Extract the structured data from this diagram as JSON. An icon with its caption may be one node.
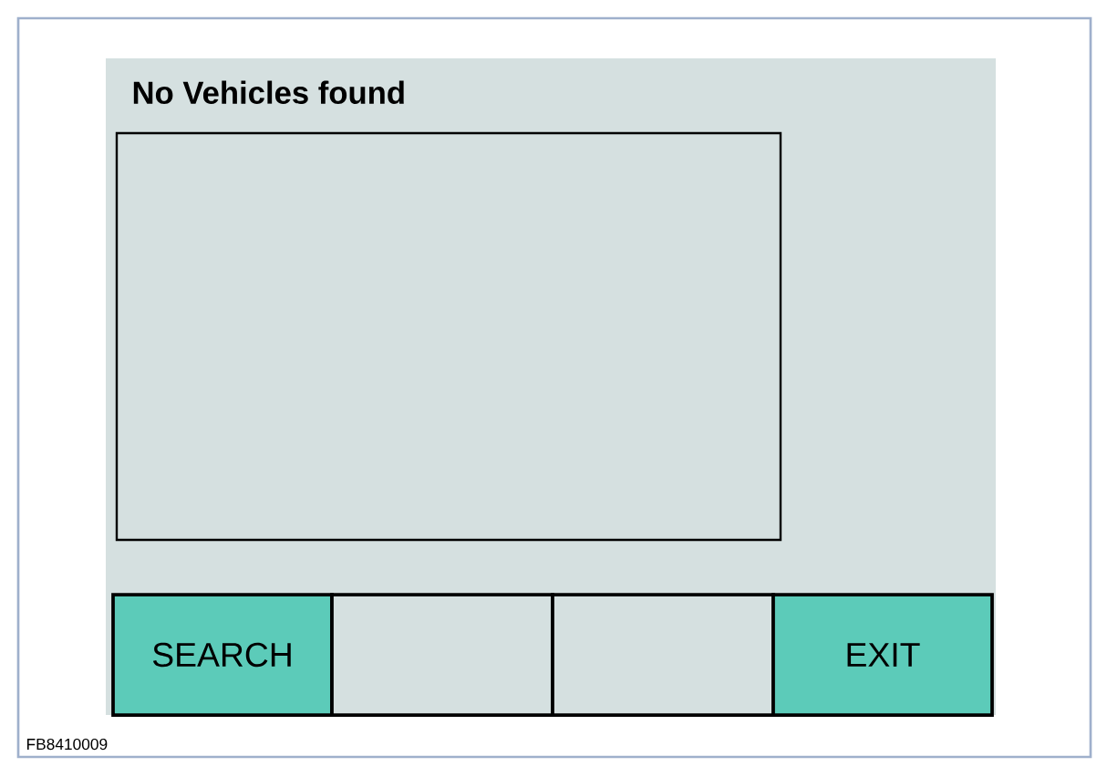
{
  "diagram": {
    "nodes": [
      {
        "text": [
          "No Vehicles found"
        ]
      },
      {
        "text": [],
        "shape": "box",
        "in": 0
      },
      {
        "text": [
          "SEARCH"
        ],
        "in": 0
      },
      {
        "text": [],
        "shape": "box",
        "in": 0
      },
      {
        "text": [],
        "shape": "box",
        "in": 0
      },
      {
        "text": [
          "EXIT"
        ],
        "in": 0
      }
    ],
    "labels": [
      "FB8410009"
    ]
  }
}
